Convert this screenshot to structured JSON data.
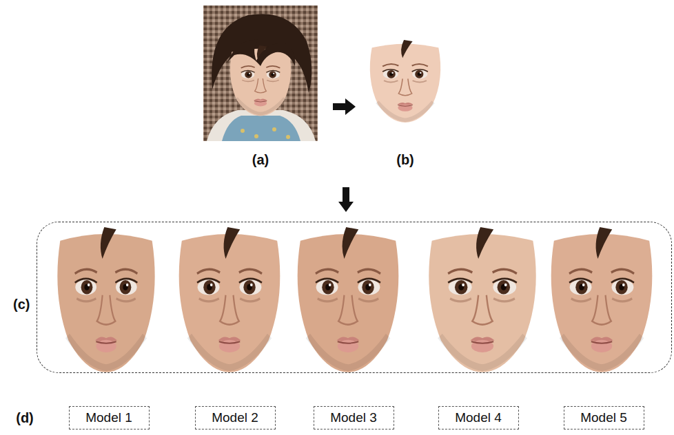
{
  "diagram": {
    "nodes": [
      {
        "text": [
          "(c)"
        ]
      },
      {
        "text": [
          "Model 1"
        ]
      },
      {
        "text": [
          "Model 2"
        ]
      },
      {
        "text": [
          "Model 3"
        ]
      },
      {
        "text": [
          "Model 4"
        ]
      },
      {
        "text": [
          "Model 5"
        ]
      }
    ],
    "labels": [
      "(a)",
      "(b)",
      "(d)"
    ]
  }
}
